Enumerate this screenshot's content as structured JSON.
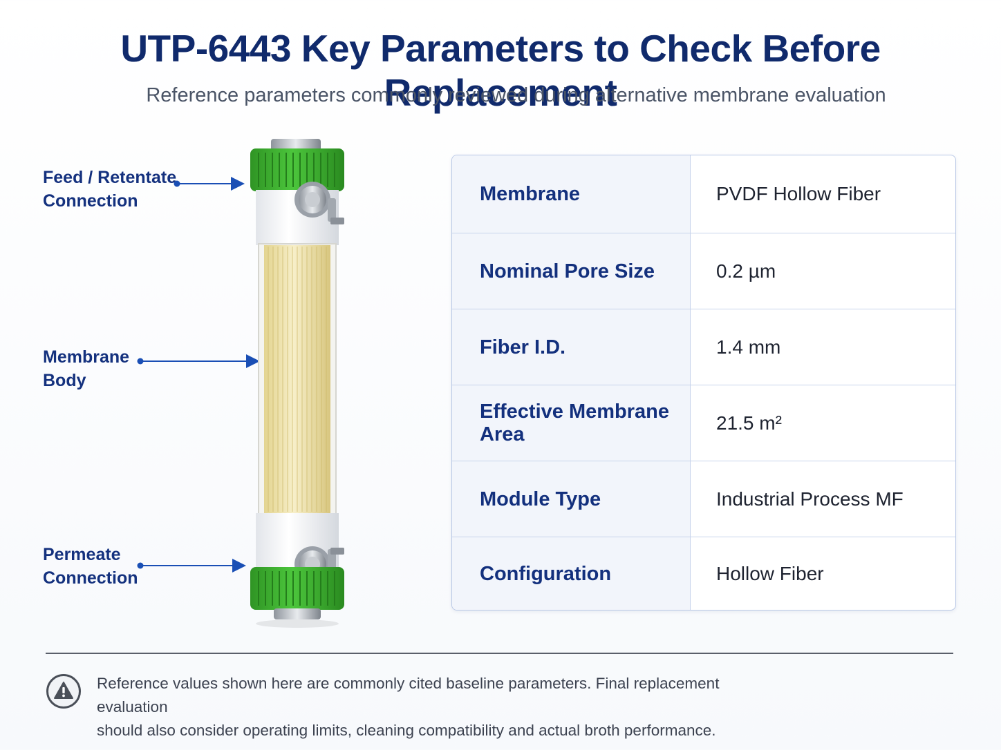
{
  "title": "UTP-6443 Key Parameters to Check Before Replacement",
  "subtitle": "Reference parameters commonly reviewed during alternative membrane evaluation",
  "callouts": {
    "feed": {
      "line1": "Feed / Retentate",
      "line2": "Connection"
    },
    "body": {
      "line1": "Membrane",
      "line2": "Body"
    },
    "permeate": {
      "line1": "Permeate",
      "line2": "Connection"
    }
  },
  "parameters": [
    {
      "label": "Membrane",
      "value": "PVDF Hollow Fiber"
    },
    {
      "label": "Nominal Pore Size",
      "value": "0.2 µm"
    },
    {
      "label": "Fiber I.D.",
      "value": "1.4 mm"
    },
    {
      "label": "Effective Membrane Area",
      "value": "21.5 m²"
    },
    {
      "label": "Module Type",
      "value": "Industrial Process MF"
    },
    {
      "label": "Configuration",
      "value": "Hollow Fiber"
    }
  ],
  "note": {
    "icon": "warning-icon",
    "line1": "Reference values shown here are commonly cited baseline parameters. Final replacement evaluation",
    "line2": "should also consider operating limits, cleaning compatibility and actual broth performance."
  },
  "colors": {
    "heading": "#102a6c",
    "label": "#14317e",
    "arrow": "#1a4fb5",
    "cap_green": "#3db12f",
    "fiber": "#efe2a6"
  }
}
